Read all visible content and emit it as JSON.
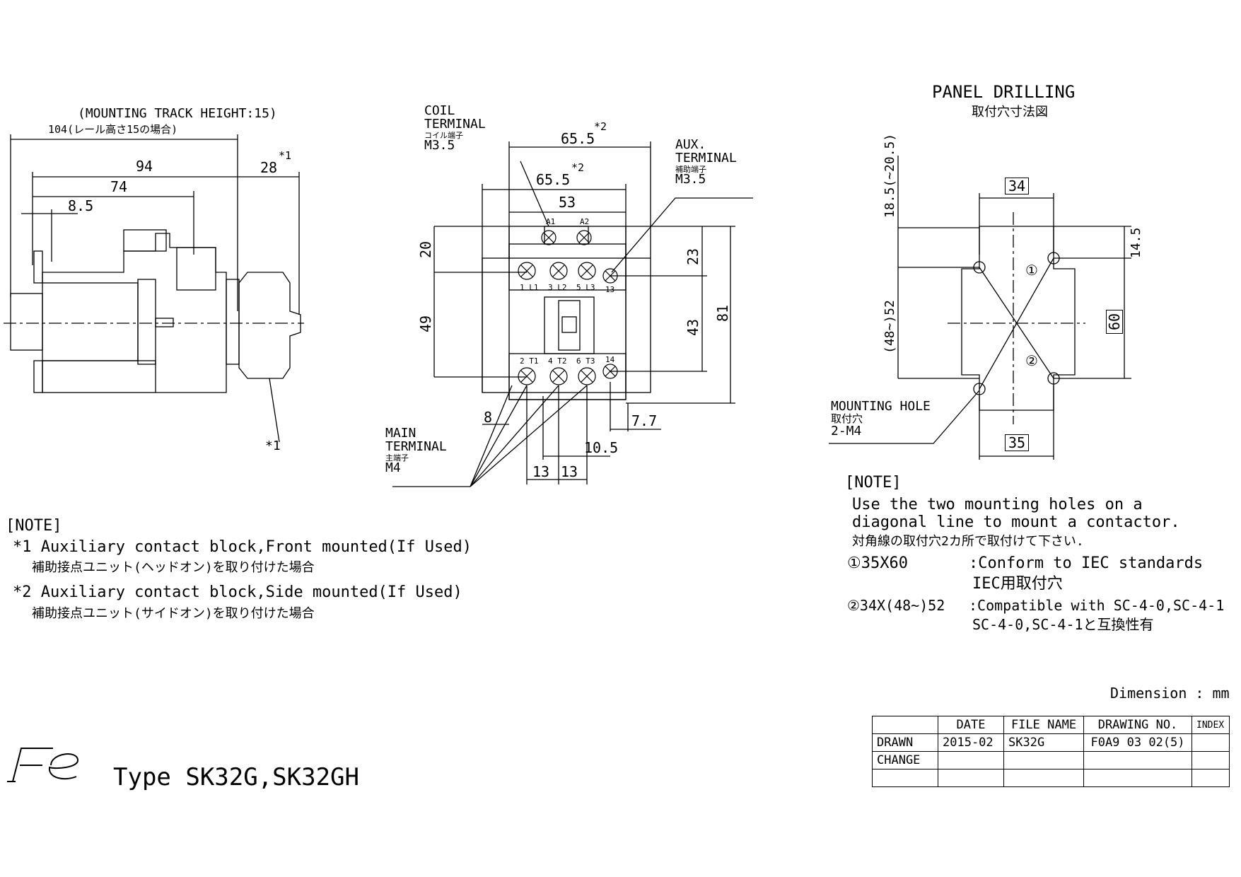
{
  "left_view": {
    "mounting_track": "(MOUNTING TRACK HEIGHT:15)",
    "dim_104": "104(レール高さ15の場合)",
    "dim_94": "94",
    "dim_74": "74",
    "dim_8_5": "8.5",
    "dim_28": "28",
    "mark_1": "*1",
    "leader_1": "*1"
  },
  "front_view": {
    "coil_terminal": [
      "COIL",
      "TERMINAL",
      "コイル端子",
      "M3.5"
    ],
    "aux_terminal": [
      "AUX.",
      "TERMINAL",
      "補助端子",
      "M3.5"
    ],
    "main_terminal": [
      "MAIN",
      "TERMINAL",
      "主端子",
      "M4"
    ],
    "dim_65_5_top": "65.5",
    "dim_65_5_mid": "65.5",
    "mark_2": "*2",
    "dim_53": "53",
    "dim_20": "20",
    "dim_49": "49",
    "dim_23": "23",
    "dim_43": "43",
    "dim_81": "81",
    "dim_8": "8",
    "dim_7_7": "7.7",
    "dim_10_5": "10.5",
    "dim_13a": "13",
    "dim_13b": "13",
    "top_labels": [
      "A1",
      "A2"
    ],
    "line_labels": [
      "1 L1",
      "3 L2",
      "5 L3",
      "13"
    ],
    "load_labels": [
      "2 T1",
      "4 T2",
      "6 T3",
      "14"
    ]
  },
  "panel": {
    "title": "PANEL DRILLING",
    "subtitle": "取付穴寸法図",
    "dim_34": "34",
    "dim_35": "35",
    "dim_60": "60",
    "dim_14_5": "14.5",
    "dim_18_5": "18.5(~20.5)",
    "dim_48_52": "(48~)52",
    "hole_1": "①",
    "hole_2": "②",
    "mounting_hole": [
      "MOUNTING HOLE",
      "取付穴",
      "2-M4"
    ]
  },
  "notes_left": {
    "heading": "[NOTE]",
    "lines": [
      "*1 Auxiliary contact block,Front mounted(If Used)",
      "補助接点ユニット(ヘッドオン)を取り付けた場合",
      "*2 Auxiliary contact block,Side mounted(If Used)",
      "補助接点ユニット(サイドオン)を取り付けた場合"
    ]
  },
  "notes_right": {
    "heading": "[NOTE]",
    "lines": [
      "Use the two mounting holes on a",
      "diagonal line to mount a contactor.",
      "対角線の取付穴2カ所で取付けて下さい."
    ],
    "item1_key": "①35X60",
    "item1_val": ":Conform to IEC standards",
    "item1_val2": "IEC用取付穴",
    "item2_key": "②34X(48~)52",
    "item2_val": ":Compatible with SC-4-0,SC-4-1",
    "item2_val2": "SC-4-0,SC-4-1と互換性有"
  },
  "dimension_unit": "Dimension : mm",
  "brand": "Fe",
  "type_title": "Type SK32G,SK32GH",
  "title_block": {
    "headers": [
      "",
      "DATE",
      "FILE NAME",
      "DRAWING NO.",
      "INDEX"
    ],
    "rows": [
      [
        "DRAWN",
        "2015-02",
        "SK32G",
        "F0A9 03 02(5)",
        ""
      ],
      [
        "CHANGE",
        "",
        "",
        "",
        ""
      ],
      [
        "",
        "",
        "",
        "",
        ""
      ]
    ]
  }
}
